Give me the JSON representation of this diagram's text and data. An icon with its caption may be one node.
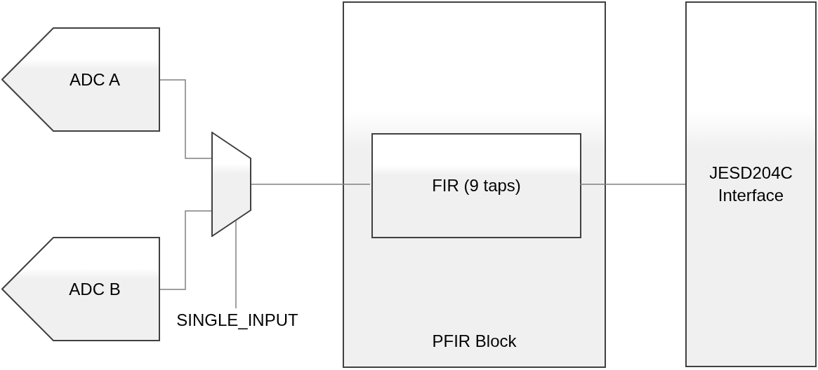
{
  "diagram": {
    "nodes": [
      {
        "text": [
          "ADC A"
        ]
      },
      {
        "text": [
          "ADC B"
        ]
      },
      {
        "text": [],
        "shape": "trapezoid"
      },
      {
        "text": [
          "SINGLE_INPUT"
        ]
      },
      {
        "text": [
          "PFIR Block"
        ]
      },
      {
        "text": [
          "FIR (9 taps)"
        ],
        "in": 4
      },
      {
        "text": [
          "JESD204C Interface"
        ]
      }
    ],
    "edges": [
      {
        "from": 0,
        "to": 2,
        "arrow": "none"
      },
      {
        "from": 1,
        "to": 2,
        "arrow": "none"
      },
      {
        "from": 3,
        "to": 2,
        "arrow": "none"
      },
      {
        "from": 2,
        "to": 5,
        "arrow": "none"
      },
      {
        "from": 5,
        "to": 6,
        "arrow": "none"
      }
    ]
  }
}
